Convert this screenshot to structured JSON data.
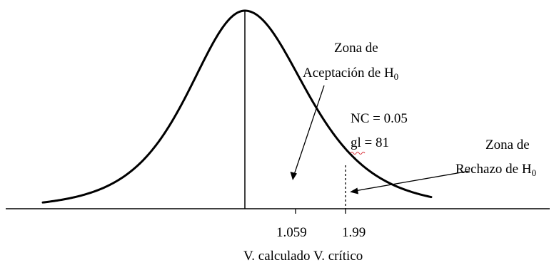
{
  "diagram": {
    "acceptance_zone": {
      "line1": "Zona de",
      "line2_prefix": "Aceptación de H",
      "subscript": "0"
    },
    "rejection_zone": {
      "line1": "Zona de",
      "line2_prefix": "Rechazo de H",
      "subscript": "0"
    },
    "nc": "NC = 0.05",
    "gl": {
      "key": "gl",
      "value": " = 81"
    },
    "calculated_value": "1.059",
    "critical_value": "1.99",
    "axis_caption": "V. calculado V. crítico",
    "colors": {
      "ink": "#000000",
      "spellcheck": "#d9363e"
    }
  }
}
